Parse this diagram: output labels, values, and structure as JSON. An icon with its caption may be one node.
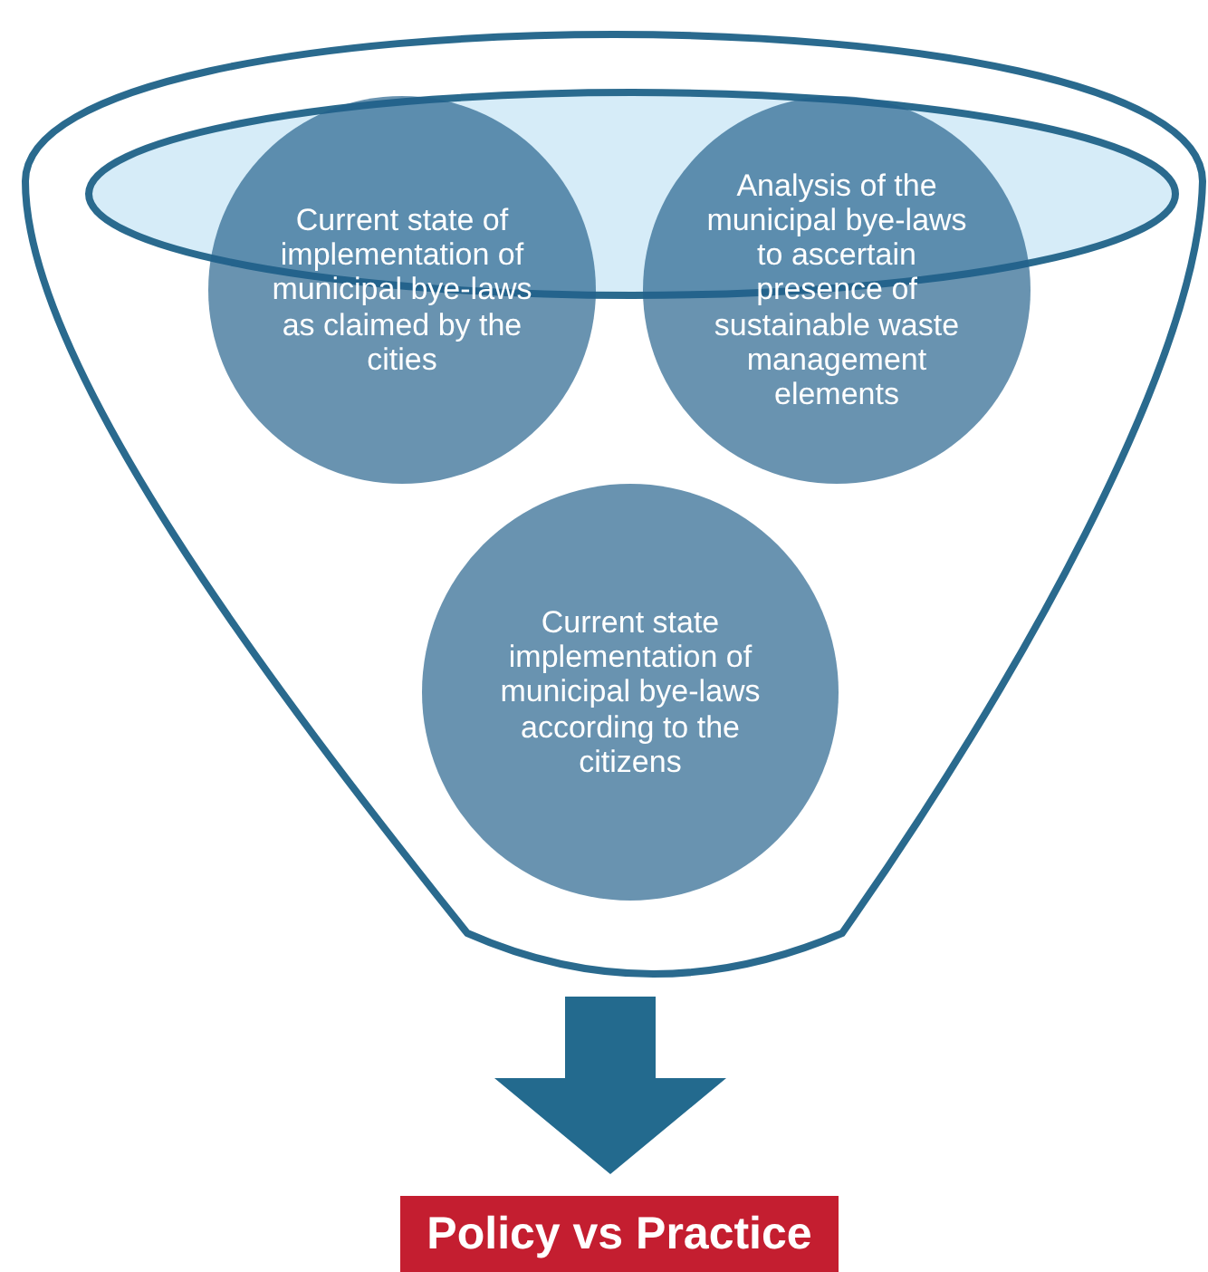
{
  "diagram": {
    "nodes": [
      {
        "text": [],
        "shape": "funnel"
      },
      {
        "text": [
          "Current state of implementation of municipal bye-laws as claimed by the cities"
        ],
        "in": 0
      },
      {
        "text": [
          "Analysis of the municipal bye-laws to ascertain presence of sustainable waste management elements"
        ],
        "in": 0
      },
      {
        "text": [
          "Current state implementation of municipal bye-laws according to the citizens"
        ],
        "in": 0
      },
      {
        "text": [
          "Policy vs Practice"
        ]
      }
    ],
    "edges": [
      {
        "from": 0,
        "to": 4,
        "arrow": "to",
        "style": "thick"
      }
    ]
  }
}
